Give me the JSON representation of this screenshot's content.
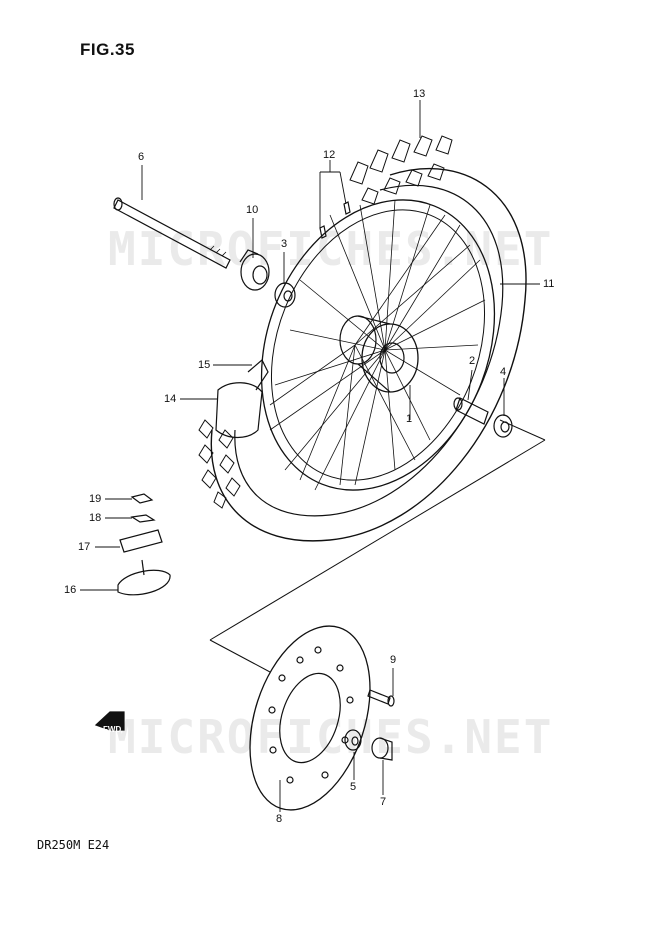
{
  "figure": {
    "title": "FIG.35",
    "model_code": "DR250M  E24"
  },
  "watermark": {
    "text": "MICROFICHES.NET"
  },
  "direction_marker": {
    "label": "FWD"
  },
  "callouts": {
    "c1": "1",
    "c2": "2",
    "c3": "3",
    "c4": "4",
    "c5": "5",
    "c6": "6",
    "c7": "7",
    "c8": "8",
    "c9": "9",
    "c10": "10",
    "c11": "11",
    "c12": "12",
    "c13": "13",
    "c14": "14",
    "c15": "15",
    "c16": "16",
    "c17": "17",
    "c18": "18",
    "c19": "19"
  },
  "colors": {
    "line": "#111111",
    "watermark": "#d9d9d9"
  }
}
